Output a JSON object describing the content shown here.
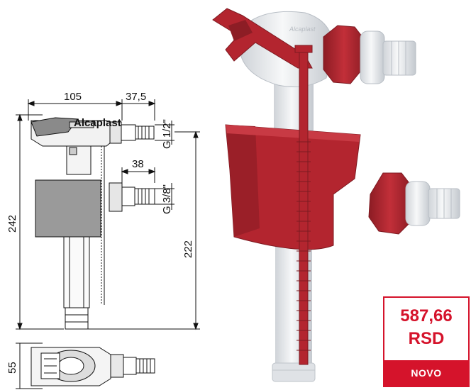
{
  "drawing": {
    "dim_width_top": "105",
    "dim_offset_top": "37,5",
    "dim_offset_mid": "38",
    "thread_top": "G 1/2\"",
    "thread_mid": "G 3/8\"",
    "dim_height_total": "242",
    "dim_height_inlet": "222",
    "dim_depth": "55",
    "brand_mark": "Alcaplast"
  },
  "product_image": {
    "brand_mark": "Alcaplast",
    "colors": {
      "red": "#b3252f",
      "white": "#e9ecef"
    }
  },
  "price": {
    "amount": "587,66",
    "currency": "RSD",
    "badge": "NOVO",
    "accent_color": "#d5132b"
  }
}
